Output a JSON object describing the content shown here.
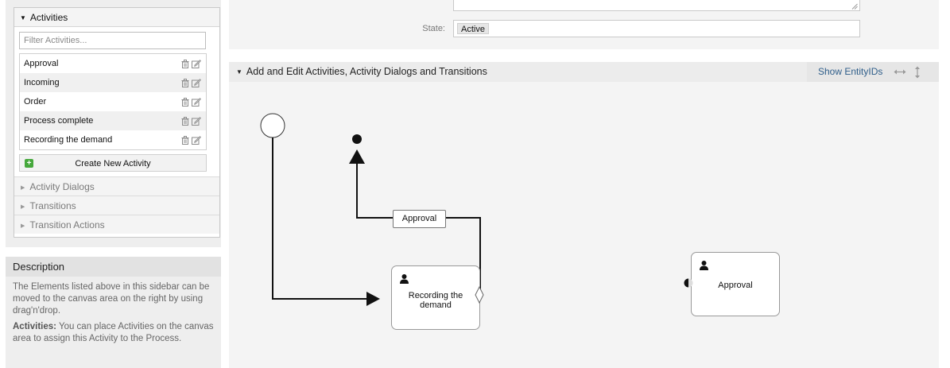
{
  "sidebar": {
    "activities_header": "Activities",
    "filter_placeholder": "Filter Activities...",
    "activities": [
      {
        "label": "Approval"
      },
      {
        "label": "Incoming"
      },
      {
        "label": "Order"
      },
      {
        "label": "Process complete"
      },
      {
        "label": "Recording the demand"
      }
    ],
    "create_button": "Create New Activity",
    "sections": [
      {
        "label": "Activity Dialogs"
      },
      {
        "label": "Transitions"
      },
      {
        "label": "Transition Actions"
      }
    ]
  },
  "description": {
    "title": "Description",
    "paragraph1": "The Elements listed above in this sidebar can be moved to the canvas area on the right by using drag'n'drop.",
    "paragraph2_bold": "Activities:",
    "paragraph2_text": " You can place Activities on the canvas area to assign this Activity to the Process."
  },
  "form": {
    "state_label": "State:",
    "state_value": "Active"
  },
  "canvas_panel": {
    "title": "Add and Edit Activities, Activity Dialogs and Transitions",
    "show_entity_ids": "Show EntityIDs"
  },
  "canvas": {
    "activities": [
      {
        "label": "Recording the demand"
      },
      {
        "label": "Approval"
      }
    ],
    "transition_label": "Approval"
  },
  "colors": {
    "link": "#2f5e8a",
    "panel_bg": "#f4f4f4",
    "create_icon": "#46a83c"
  }
}
